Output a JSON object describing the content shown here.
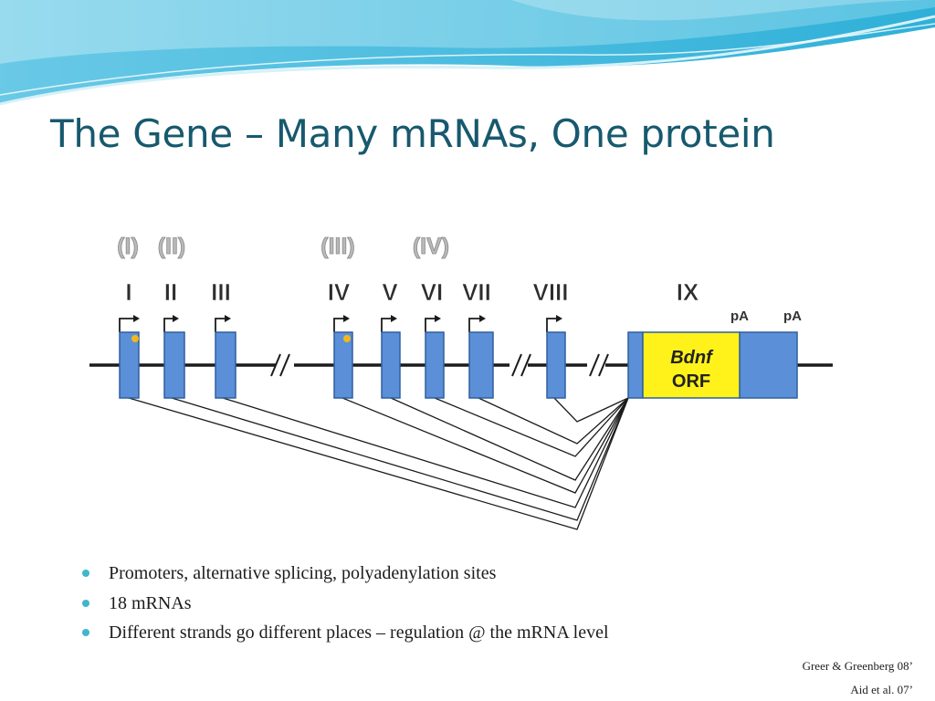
{
  "slide": {
    "title": "The Gene – Many mRNAs, One protein",
    "bullets": [
      "Promoters, alternative splicing, polyadenylation sites",
      "18 mRNAs",
      "Different strands go different places – regulation @ the mRNA level"
    ],
    "citations": [
      "Greer & Greenberg 08’",
      "Aid et al. 07’"
    ]
  },
  "diagram": {
    "exon_labels": [
      "I",
      "II",
      "III",
      "IV",
      "V",
      "VI",
      "VII",
      "VIII",
      "IX"
    ],
    "promoter_group_labels": [
      "(I)",
      "(II)",
      "(III)",
      "(IV)"
    ],
    "polyA_labels": [
      "pA",
      "pA"
    ],
    "orf_label": [
      "Bdnf",
      "ORF"
    ],
    "break_marks": [
      "//",
      "//",
      "//"
    ],
    "dotted_exons": [
      "I",
      "IV"
    ],
    "colors": {
      "exon_fill": "#5b8fd8",
      "exon_stroke": "#2f5f9e",
      "orf_fill": "#fff21a",
      "dot": "#f2b81b",
      "line": "#1b1b1b",
      "title": "#17596e",
      "bullet": "#3fb6cc"
    }
  }
}
